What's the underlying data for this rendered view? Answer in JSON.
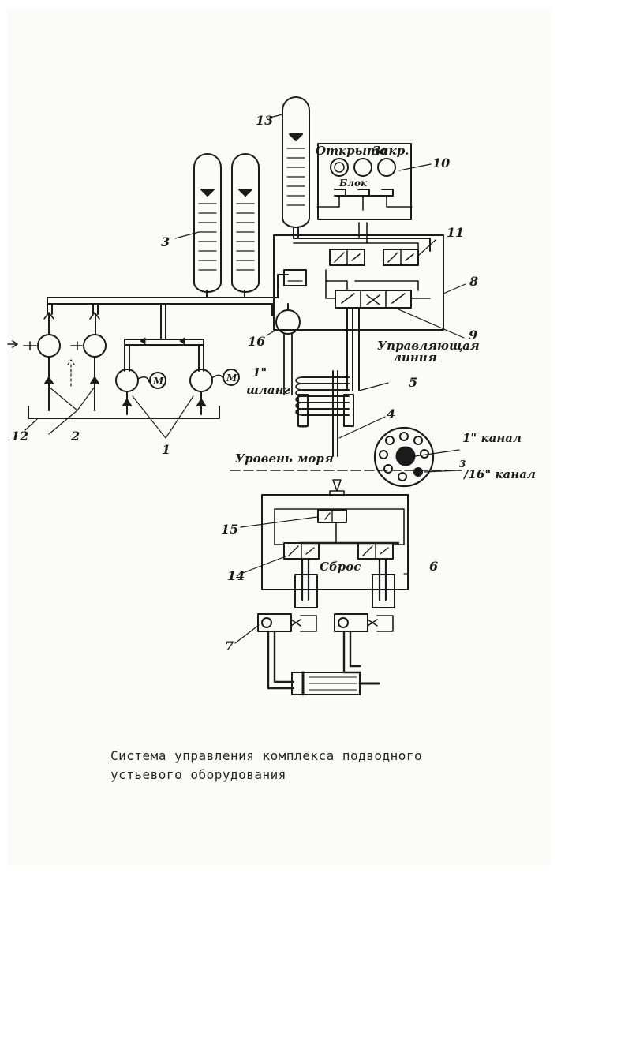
{
  "labels": {
    "open": "Открыто",
    "closed": "Закр.",
    "block": "Блок",
    "control_line_1": "Управляющая",
    "control_line_2": "линия",
    "hose_size": "1\"",
    "hose": "шланг",
    "sea_level": "Уровень моря",
    "channel_1in": "1\" канал",
    "channel_316_num": "3",
    "channel_316_rest": "/16\" канал",
    "dump": "Сброс",
    "motor": "М"
  },
  "numbers": {
    "n1": "1",
    "n2": "2",
    "n3": "3",
    "n4": "4",
    "n5": "5",
    "n6": "6",
    "n7": "7",
    "n8": "8",
    "n9": "9",
    "n10": "10",
    "n11": "11",
    "n12": "12",
    "n13": "13",
    "n14": "14",
    "n15": "15",
    "n16": "16"
  },
  "caption": {
    "line1": "Система управления комплекса подводного",
    "line2": "устьевого оборудования"
  }
}
